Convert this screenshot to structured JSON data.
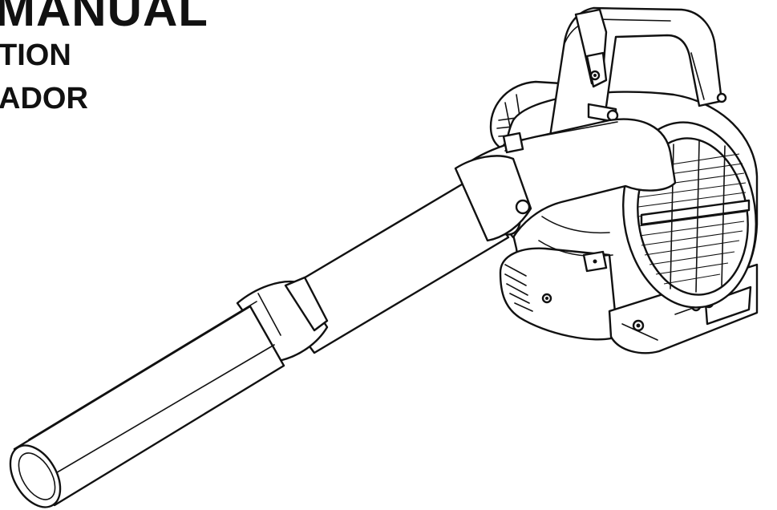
{
  "cover": {
    "title_line_1": "MANUAL",
    "title_line_2": "TION",
    "title_line_3": "ADOR"
  },
  "illustration": {
    "subject": "handheld gas leaf blower with extension tube",
    "icon": "leaf-blower-line-drawing",
    "line_color": "#111111",
    "background_color": "#ffffff"
  }
}
